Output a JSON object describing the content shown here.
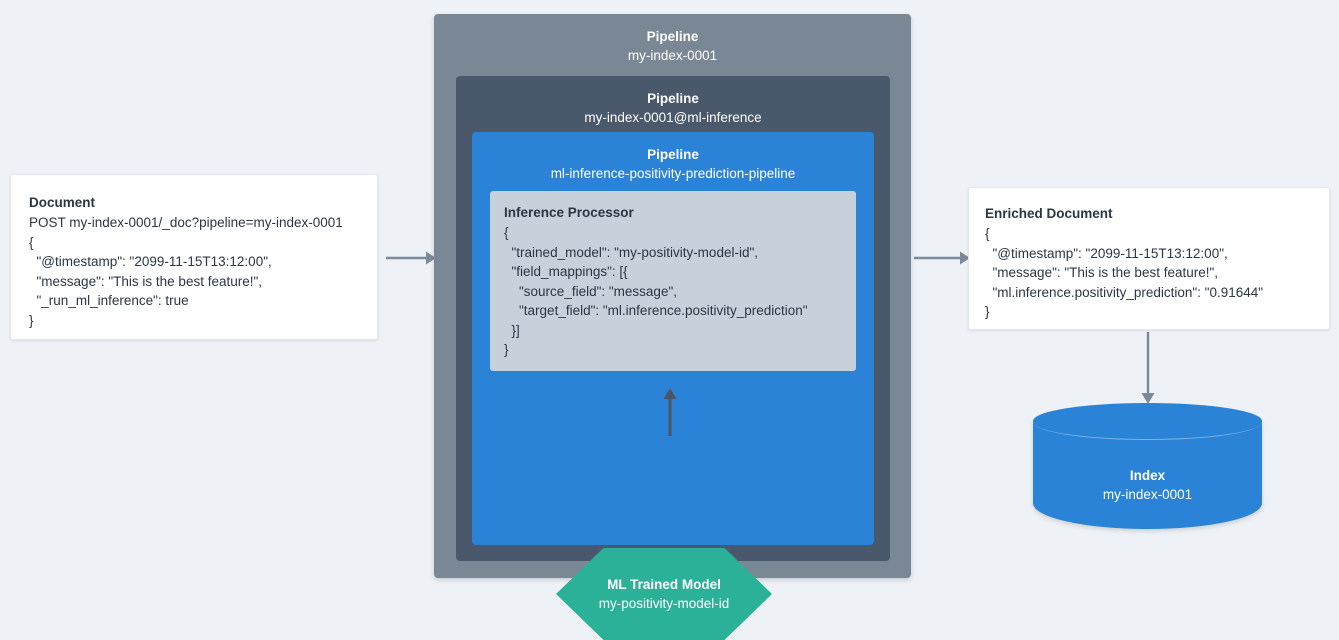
{
  "page": {
    "background": "#eef1f5",
    "accent_blue": "#2b83d8",
    "accent_green": "#2bb198",
    "slate_outer": "#7a8895",
    "slate_middle": "#49586a",
    "processor_bg": "#c6d1db",
    "arrow_color": "#7b8a99",
    "arrow_dark": "#4a5560"
  },
  "document": {
    "title": "Document",
    "lines": [
      "POST my-index-0001/_doc?pipeline=my-index-0001",
      "{",
      "  \"@timestamp\": \"2099-11-15T13:12:00\",",
      "  \"message\": \"This is the best feature!\",",
      "  \"_run_ml_inference\": true",
      "}"
    ]
  },
  "pipelines": {
    "outer": {
      "kind": "Pipeline",
      "name": "my-index-0001"
    },
    "middle": {
      "kind": "Pipeline",
      "name": "my-index-0001@ml-inference"
    },
    "inner": {
      "kind": "Pipeline",
      "name": "ml-inference-positivity-prediction-pipeline"
    }
  },
  "processor": {
    "title": "Inference Processor",
    "lines": [
      "{",
      "  \"trained_model\": \"my-positivity-model-id\",",
      "  \"field_mappings\": [{",
      "    \"source_field\": \"message\",",
      "    \"target_field\": \"ml.inference.positivity_prediction\"",
      "  }]",
      "}"
    ]
  },
  "ml_model": {
    "title": "ML Trained Model",
    "name": "my-positivity-model-id"
  },
  "enriched_document": {
    "title": "Enriched Document",
    "lines": [
      "{",
      "  \"@timestamp\": \"2099-11-15T13:12:00\",",
      "  \"message\": \"This is the best feature!\",",
      "  \"ml.inference.positivity_prediction\": \"0.91644\"",
      "}"
    ]
  },
  "index": {
    "title": "Index",
    "name": "my-index-0001"
  }
}
